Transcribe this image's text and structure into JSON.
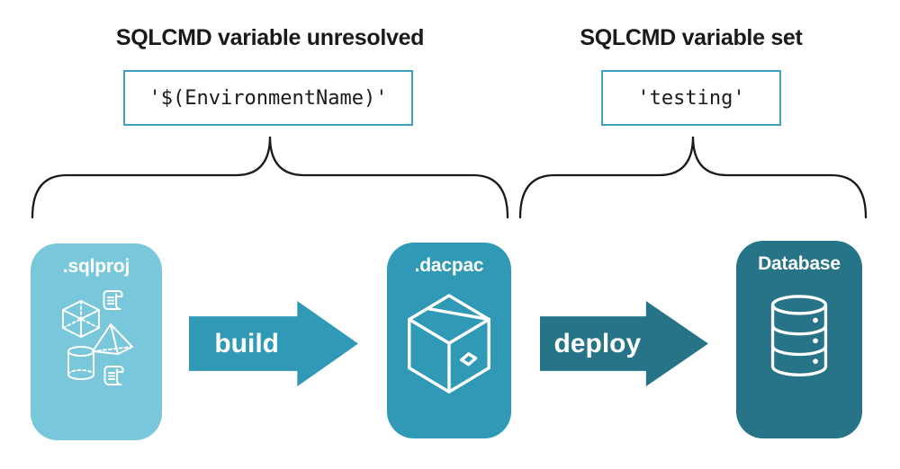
{
  "annotations": {
    "left": {
      "heading": "SQLCMD variable unresolved",
      "code_value": "'$(EnvironmentName)'"
    },
    "right": {
      "heading": "SQLCMD variable set",
      "code_value": "'testing'"
    }
  },
  "pipeline": {
    "nodes": [
      {
        "id": "sqlproj",
        "label": ".sqlproj",
        "color": "#79c7db",
        "icon": "sql-objects-icons"
      },
      {
        "id": "dacpac",
        "label": ".dacpac",
        "color": "#3099b6",
        "icon": "package-box-icon"
      },
      {
        "id": "database",
        "label": "Database",
        "color": "#277488",
        "icon": "database-cylinder-icon"
      }
    ],
    "arrows": [
      {
        "id": "build",
        "label": "build",
        "color": "#3099b6"
      },
      {
        "id": "deploy",
        "label": "deploy",
        "color": "#277488"
      }
    ]
  },
  "colors": {
    "background": "#ffffff",
    "code_box_border": "#41a0c0",
    "heading_text": "#1a1a1a",
    "code_text": "#1a1a1a",
    "brace_stroke": "#1a1a1a",
    "node_label_text": "#ffffff",
    "arrow_label_text": "#ffffff",
    "icon_stroke": "#ffffff"
  }
}
